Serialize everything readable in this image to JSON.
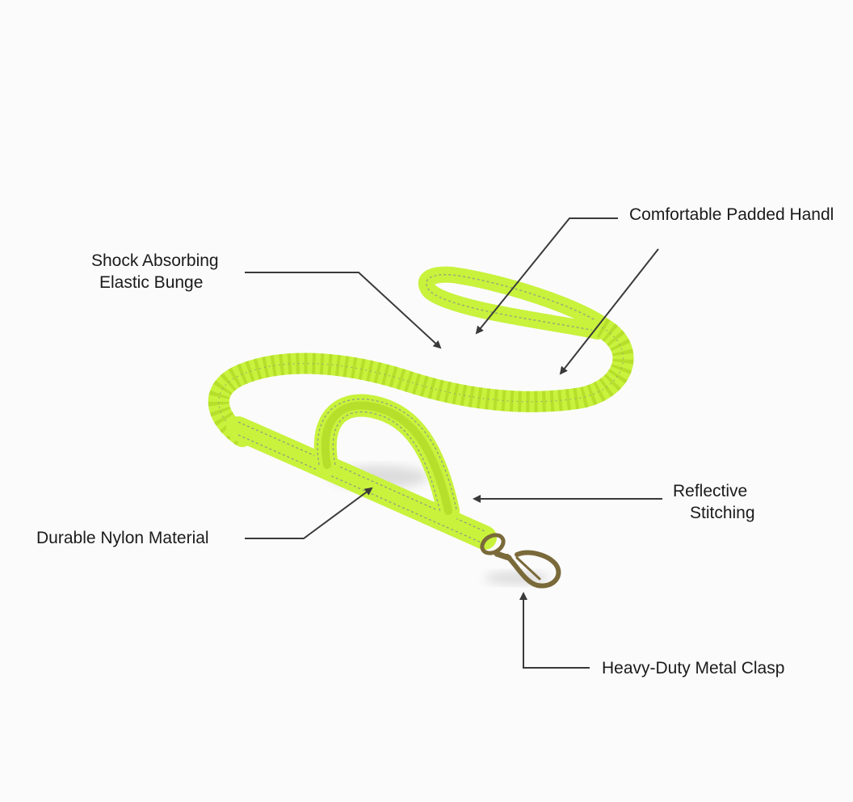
{
  "labels": {
    "handle": "Comfortable Padded Handl",
    "bungee_line1": "Shock Absorbing",
    "bungee_line2": "Elastic Bunge",
    "nylon": "Durable Nylon Material",
    "reflective_line1": "Reflective",
    "reflective_line2": "Stitching",
    "clasp": "Heavy-Duty Metal Clasp"
  },
  "colors": {
    "background": "#fbfbfb",
    "leash": "#c8f23c",
    "leash_shade": "#a9d21f",
    "stitching": "#8a9a86",
    "clasp": "#7a6a3a",
    "pointer": "#3a3a3a",
    "text": "#1b1b1b"
  }
}
